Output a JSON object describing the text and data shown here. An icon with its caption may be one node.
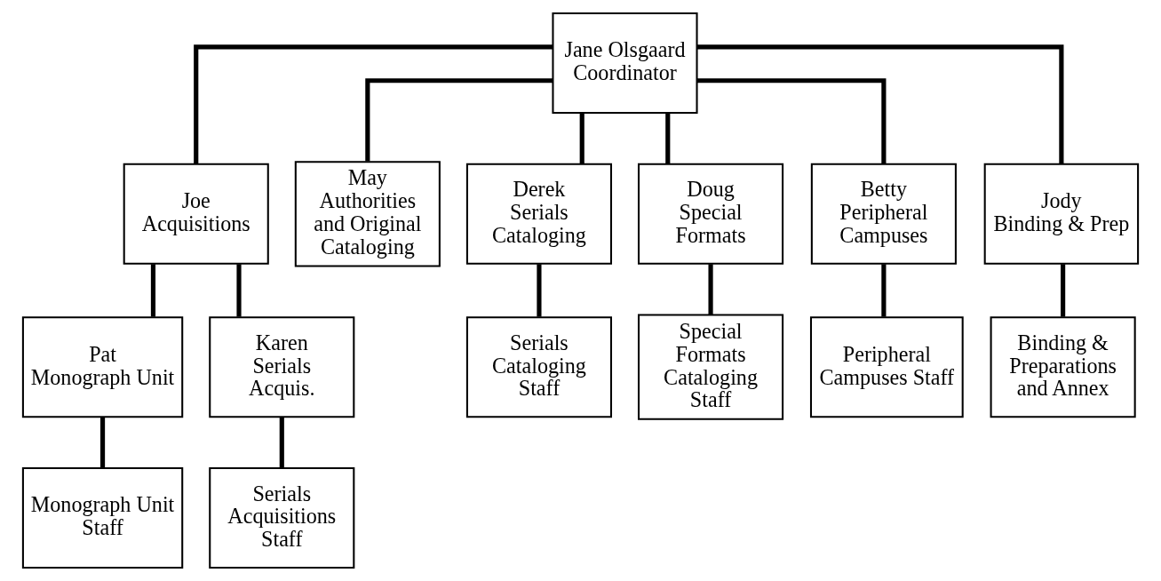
{
  "diagram": {
    "nodes": [
      {
        "text": [
          "Jane Olsgaard",
          "Coordinator"
        ]
      },
      {
        "text": [
          "Joe",
          "Acquisitions"
        ]
      },
      {
        "text": [
          "May",
          "Authorities and Original Cataloging"
        ]
      },
      {
        "text": [
          "Derek",
          "Serials Cataloging"
        ]
      },
      {
        "text": [
          "Doug",
          "Special Formats"
        ]
      },
      {
        "text": [
          "Betty",
          "Peripheral Campuses"
        ]
      },
      {
        "text": [
          "Jody",
          "Binding & Prep"
        ]
      },
      {
        "text": [
          "Pat",
          "Monograph Unit"
        ]
      },
      {
        "text": [
          "Karen",
          "Serials Acquis."
        ]
      },
      {
        "text": [
          "Serials Cataloging Staff"
        ]
      },
      {
        "text": [
          "Special Formats Cataloging Staff"
        ]
      },
      {
        "text": [
          "Peripheral Campuses Staff"
        ]
      },
      {
        "text": [
          "Binding & Preparations and Annex"
        ]
      },
      {
        "text": [
          "Monograph Unit Staff"
        ]
      },
      {
        "text": [
          "Serials Acquisitions Staff"
        ]
      }
    ],
    "edges": [
      {
        "from": 0,
        "to": 1,
        "arrow": "none"
      },
      {
        "from": 0,
        "to": 2,
        "arrow": "none"
      },
      {
        "from": 0,
        "to": 3,
        "arrow": "none"
      },
      {
        "from": 0,
        "to": 4,
        "arrow": "none"
      },
      {
        "from": 0,
        "to": 5,
        "arrow": "none"
      },
      {
        "from": 0,
        "to": 6,
        "arrow": "none"
      },
      {
        "from": 1,
        "to": 7,
        "arrow": "none"
      },
      {
        "from": 1,
        "to": 8,
        "arrow": "none"
      },
      {
        "from": 3,
        "to": 9,
        "arrow": "none"
      },
      {
        "from": 4,
        "to": 10,
        "arrow": "none"
      },
      {
        "from": 5,
        "to": 11,
        "arrow": "none"
      },
      {
        "from": 6,
        "to": 12,
        "arrow": "none"
      },
      {
        "from": 7,
        "to": 13,
        "arrow": "none"
      },
      {
        "from": 8,
        "to": 14,
        "arrow": "none"
      }
    ]
  }
}
